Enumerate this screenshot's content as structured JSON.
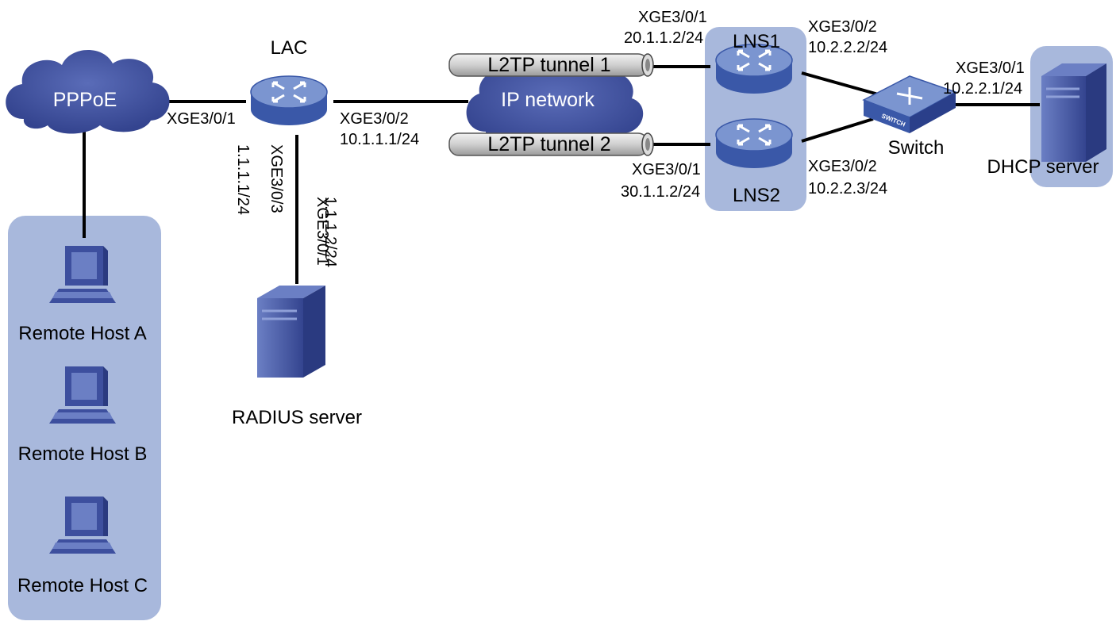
{
  "colors": {
    "group_bg": "#a8b8dc",
    "cloud": "#3d4f9e",
    "router_top": "#6e8ac8",
    "router_side": "#3a58a8",
    "tunnel": "#cfcfcf",
    "server": "#4a5da8",
    "host": "#3d4f9e"
  },
  "clouds": {
    "pppoe": "PPPoE",
    "ip_network": "IP network"
  },
  "devices": {
    "lac": "LAC",
    "lns1": "LNS1",
    "lns2": "LNS2",
    "switch": "Switch",
    "switch_badge": "SWITCH",
    "dhcp_server": "DHCP server",
    "radius_server": "RADIUS server"
  },
  "hosts": [
    {
      "label": "Remote Host A"
    },
    {
      "label": "Remote Host B"
    },
    {
      "label": "Remote Host C"
    }
  ],
  "tunnels": [
    {
      "label": "L2TP tunnel 1"
    },
    {
      "label": "L2TP tunnel 2"
    }
  ],
  "interfaces": {
    "lac_xge1": "XGE3/0/1",
    "lac_xge2": "XGE3/0/2",
    "lac_xge2_ip": "10.1.1.1/24",
    "lac_xge3": "XGE3/0/3",
    "lac_xge3_ip": "1.1.1.1/24",
    "radius_xge1": "XGE3/0/1",
    "radius_ip": "1.1.1.2/24",
    "lns1_xge1": "XGE3/0/1",
    "lns1_xge1_ip": "20.1.1.2/24",
    "lns1_xge2": "XGE3/0/2",
    "lns1_xge2_ip": "10.2.2.2/24",
    "lns2_xge1": "XGE3/0/1",
    "lns2_xge1_ip": "30.1.1.2/24",
    "lns2_xge2": "XGE3/0/2",
    "lns2_xge2_ip": "10.2.2.3/24",
    "dhcp_xge1": "XGE3/0/1",
    "dhcp_ip": "10.2.2.1/24"
  }
}
